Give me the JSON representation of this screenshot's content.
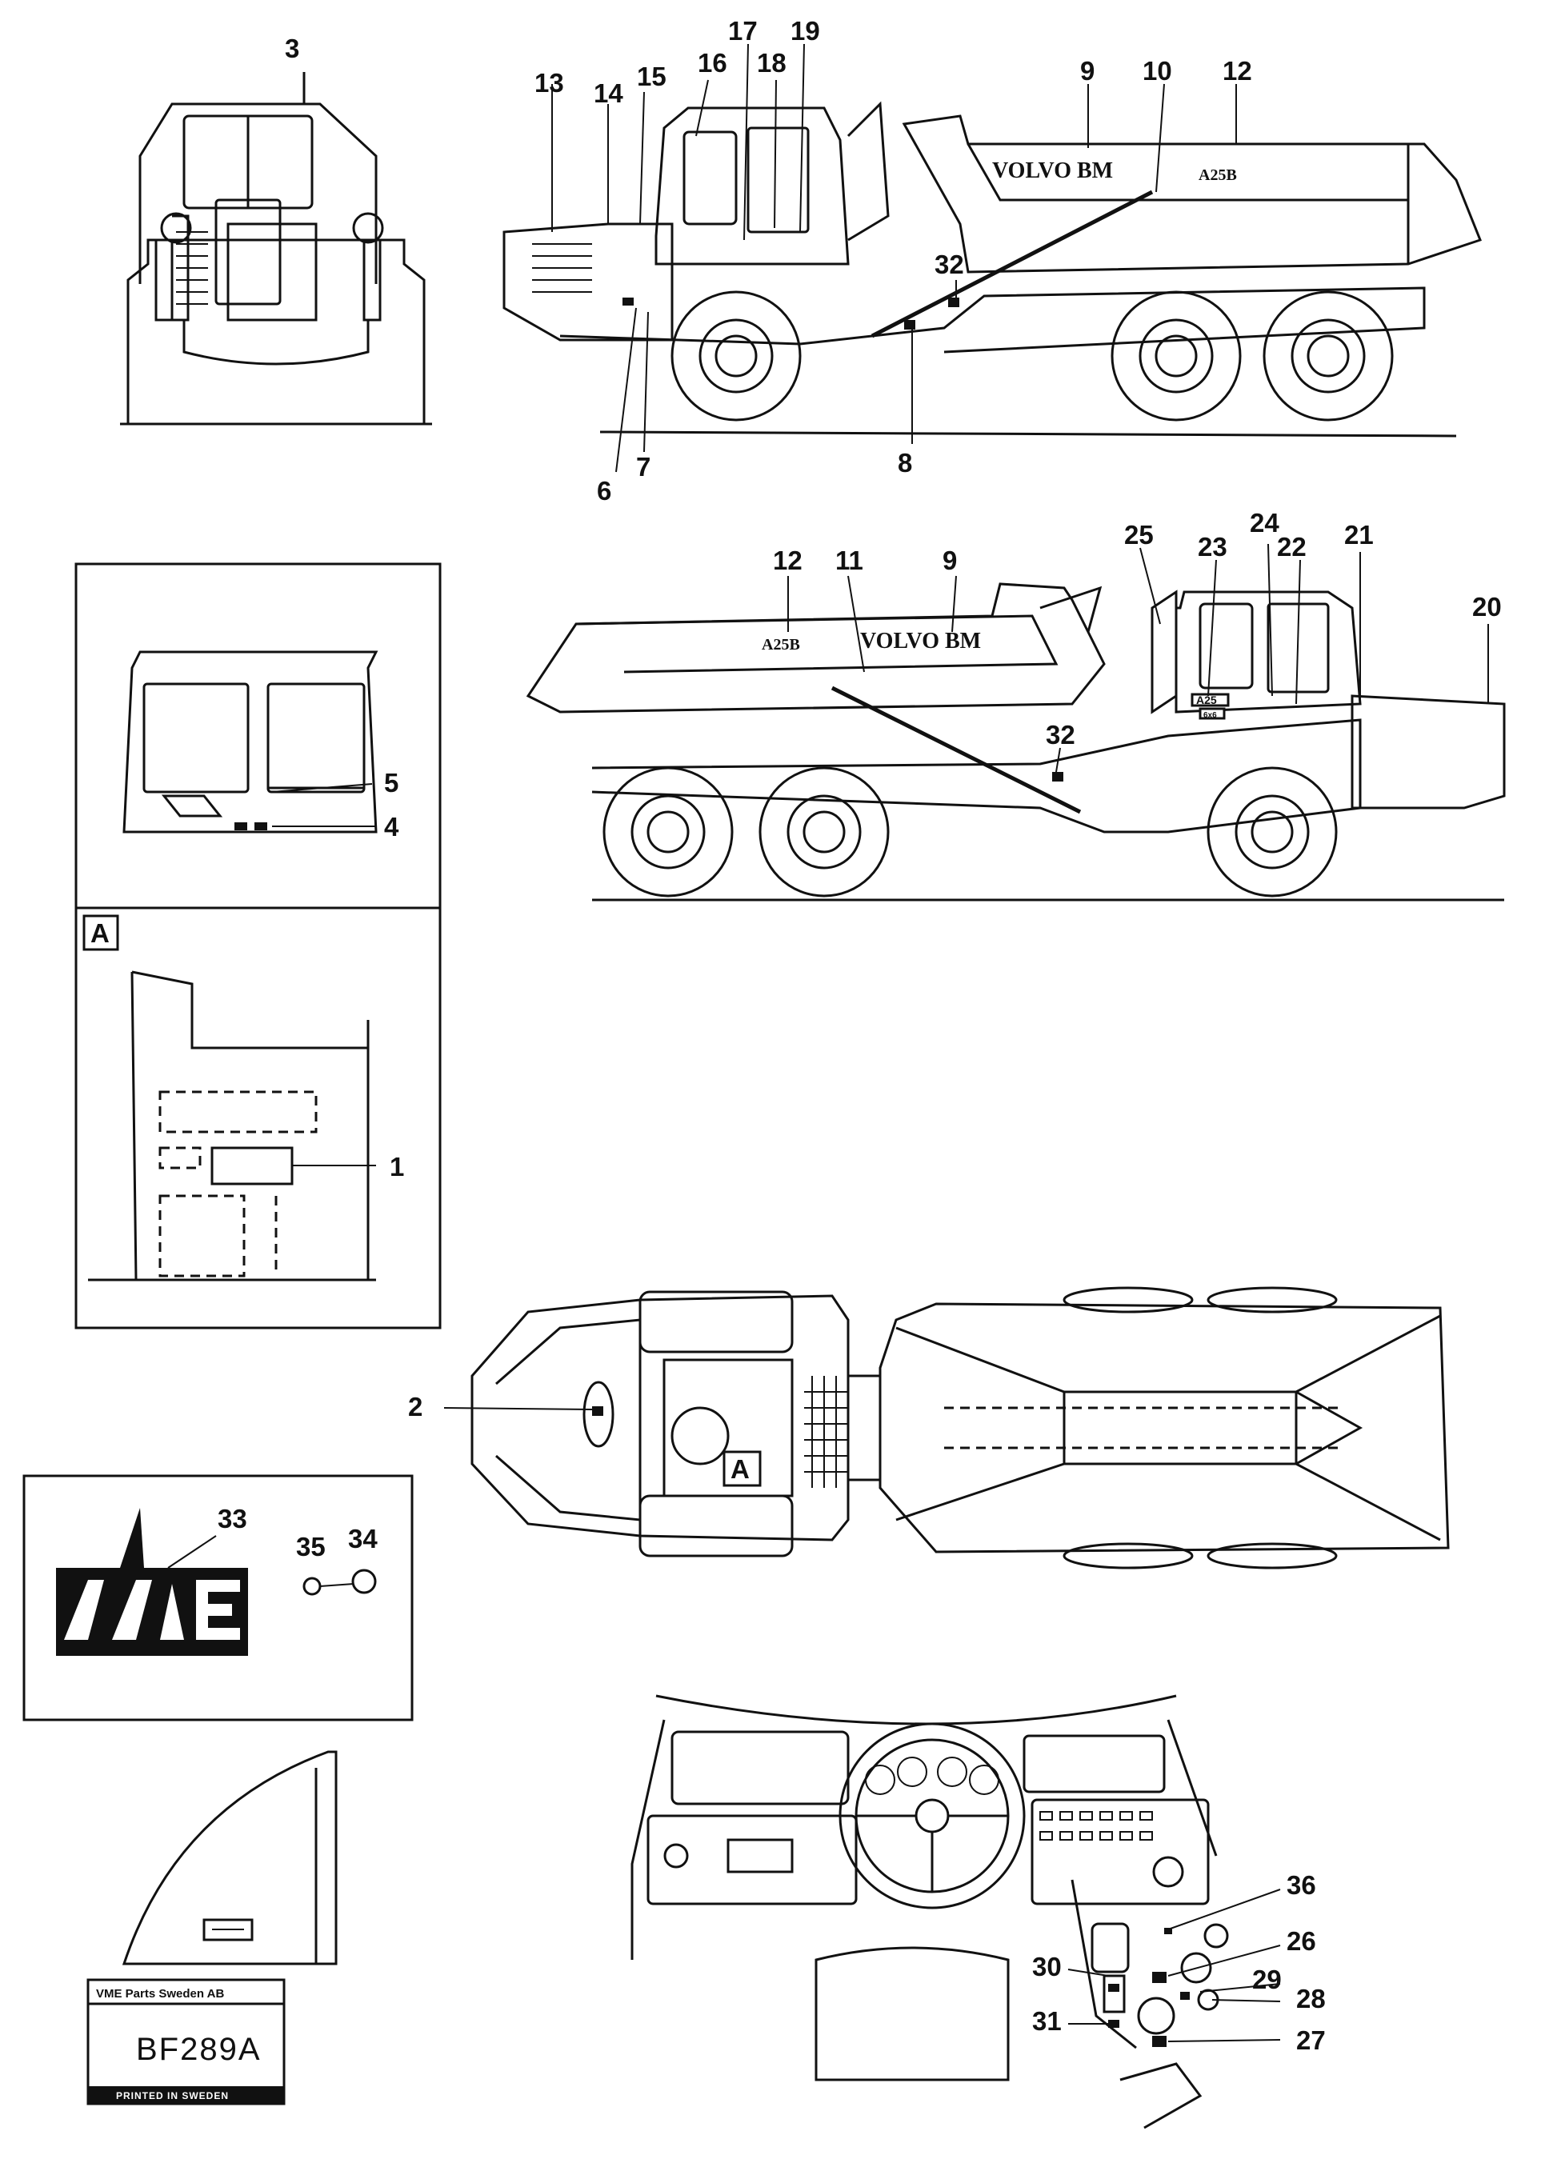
{
  "vehicle_markings": {
    "brand": "VOLVO BM",
    "model_side": "A25B",
    "model_cab": "A25",
    "cab_plate": "6x6",
    "logo": "VME"
  },
  "callouts": {
    "c1": "1",
    "c2": "2",
    "c3": "3",
    "c4": "4",
    "c5": "5",
    "c6": "6",
    "c7": "7",
    "c8": "8",
    "c9": "9",
    "c10": "10",
    "c11": "11",
    "c12": "12",
    "c13": "13",
    "c14": "14",
    "c15": "15",
    "c16": "16",
    "c17": "17",
    "c18": "18",
    "c19": "19",
    "c20": "20",
    "c21": "21",
    "c22": "22",
    "c23": "23",
    "c24": "24",
    "c25": "25",
    "c26": "26",
    "c27": "27",
    "c28": "28",
    "c29": "29",
    "c30": "30",
    "c31": "31",
    "c32": "32",
    "c33": "33",
    "c34": "34",
    "c35": "35",
    "c36": "36"
  },
  "detail_label": "A",
  "stamp": {
    "org": "VME Parts Sweden AB",
    "code": "BF289A",
    "printed": "PRINTED IN SWEDEN"
  }
}
